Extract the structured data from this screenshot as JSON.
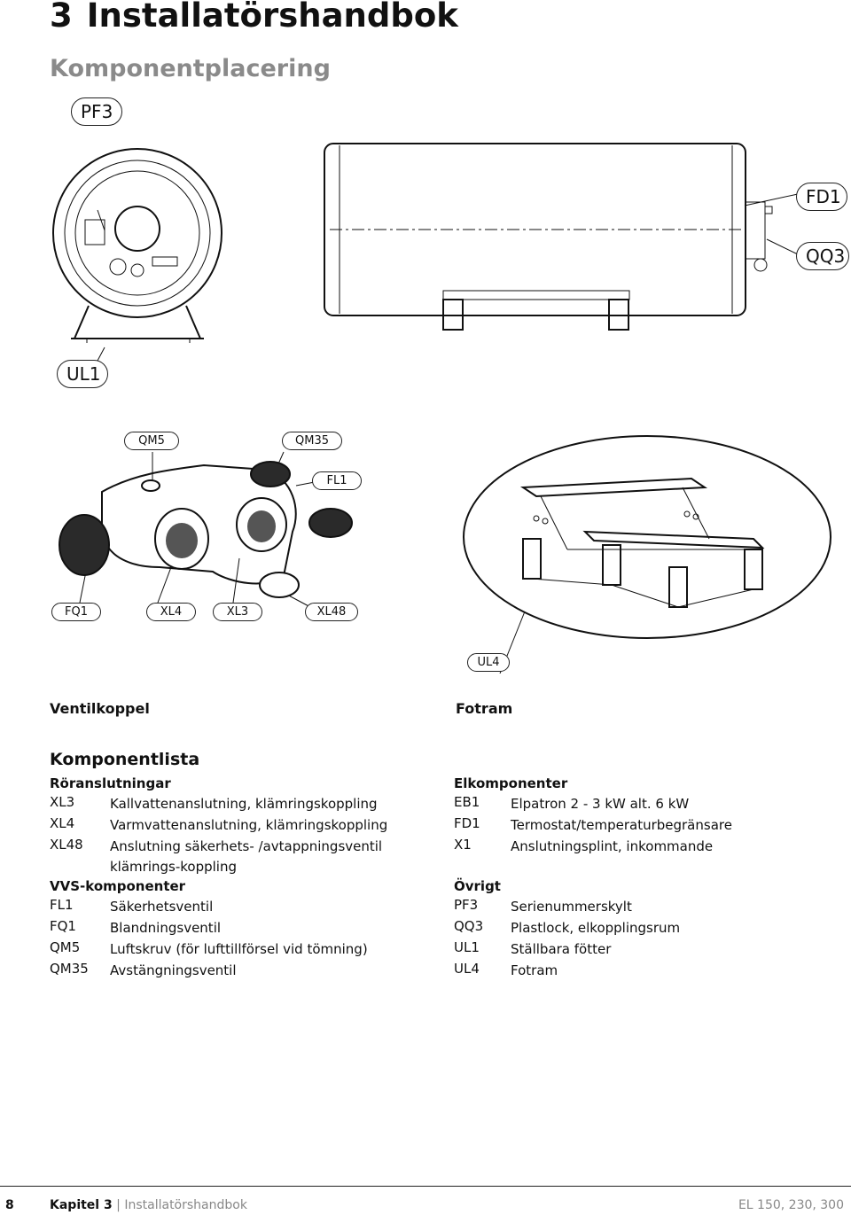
{
  "header": {
    "chapter_num": "3",
    "chapter_title": "Installatörshandbok",
    "section_title": "Komponentplacering"
  },
  "callouts": {
    "pf3": "PF3",
    "fd1": "FD1",
    "qq3": "QQ3",
    "ul1": "UL1",
    "qm5": "QM5",
    "qm35": "QM35",
    "fl1": "FL1",
    "fq1": "FQ1",
    "xl4": "XL4",
    "xl3": "XL3",
    "xl48": "XL48",
    "ul4": "UL4"
  },
  "captions": {
    "ventilkoppel": "Ventilkoppel",
    "fotram": "Fotram"
  },
  "list": {
    "title": "Komponentlista",
    "left": {
      "section1": "Röranslutningar",
      "items1": [
        {
          "code": "XL3",
          "desc": "Kallvattenanslutning, klämringskoppling"
        },
        {
          "code": "XL4",
          "desc": "Varmvattenanslutning, klämringskoppling"
        },
        {
          "code": "XL48",
          "desc": "Anslutning säkerhets- /avtappningsventil klämrings-koppling"
        }
      ],
      "section2": "VVS-komponenter",
      "items2": [
        {
          "code": "FL1",
          "desc": "Säkerhetsventil"
        },
        {
          "code": "FQ1",
          "desc": "Blandningsventil"
        },
        {
          "code": "QM5",
          "desc": "Luftskruv (för lufttillförsel vid tömning)"
        },
        {
          "code": "QM35",
          "desc": "Avstängningsventil"
        }
      ]
    },
    "right": {
      "section1": "Elkomponenter",
      "items1": [
        {
          "code": "EB1",
          "desc": "Elpatron 2 - 3 kW alt. 6 kW"
        },
        {
          "code": "FD1",
          "desc": "Termostat/temperaturbegränsare"
        },
        {
          "code": "X1",
          "desc": "Anslutningsplint, inkommande"
        }
      ],
      "section2": "Övrigt",
      "items2": [
        {
          "code": "PF3",
          "desc": "Serienummerskylt"
        },
        {
          "code": "QQ3",
          "desc": "Plastlock, elkopplingsrum"
        },
        {
          "code": "UL1",
          "desc": "Ställbara fötter"
        },
        {
          "code": "UL4",
          "desc": "Fotram"
        }
      ]
    }
  },
  "footer": {
    "page": "8",
    "chapter": "Kapitel 3",
    "sep": "|",
    "chapter_name": "Installatörshandbok",
    "model": "EL 150, 230, 300"
  }
}
